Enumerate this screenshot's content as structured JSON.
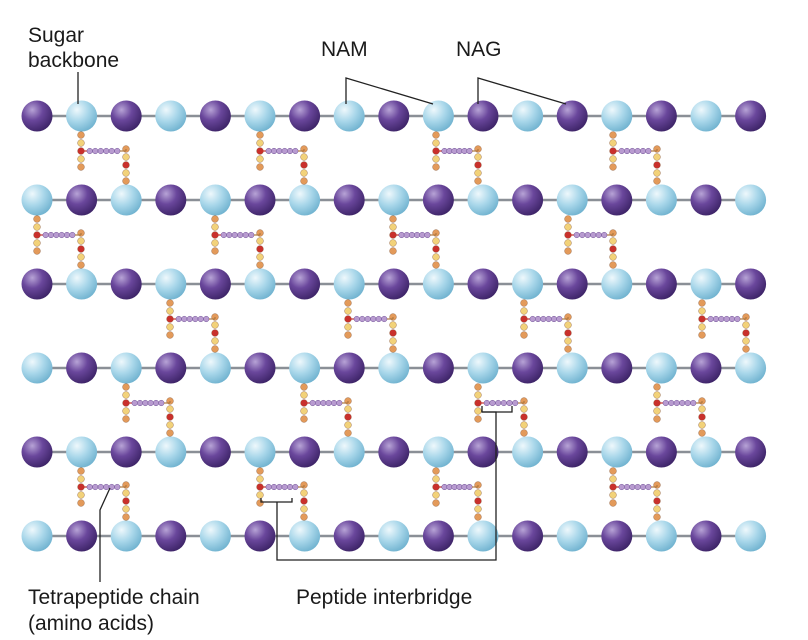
{
  "labels": {
    "sugar_backbone_line1": "Sugar",
    "sugar_backbone_line2": "backbone",
    "nam": "NAM",
    "nag": "NAG",
    "tetrapeptide_line1": "Tetrapeptide chain",
    "tetrapeptide_line2": "(amino acids)",
    "peptide_interbridge": "Peptide interbridge"
  },
  "colors": {
    "nag_sugar": "#5b3a8c",
    "nam_sugar": "#a9d7ea",
    "backbone": "#8a8f96",
    "amino_acid_red": "#c9302c",
    "amino_acid_orange": "#e39a5a",
    "amino_acid_yellow": "#f2d27a",
    "interbridge_bead": "#b89bd0",
    "leader_line": "#222222"
  },
  "rows": [
    {
      "first": "nag"
    },
    {
      "first": "nam"
    },
    {
      "first": "nag"
    },
    {
      "first": "nam"
    },
    {
      "first": "nag"
    },
    {
      "first": "nam"
    }
  ]
}
